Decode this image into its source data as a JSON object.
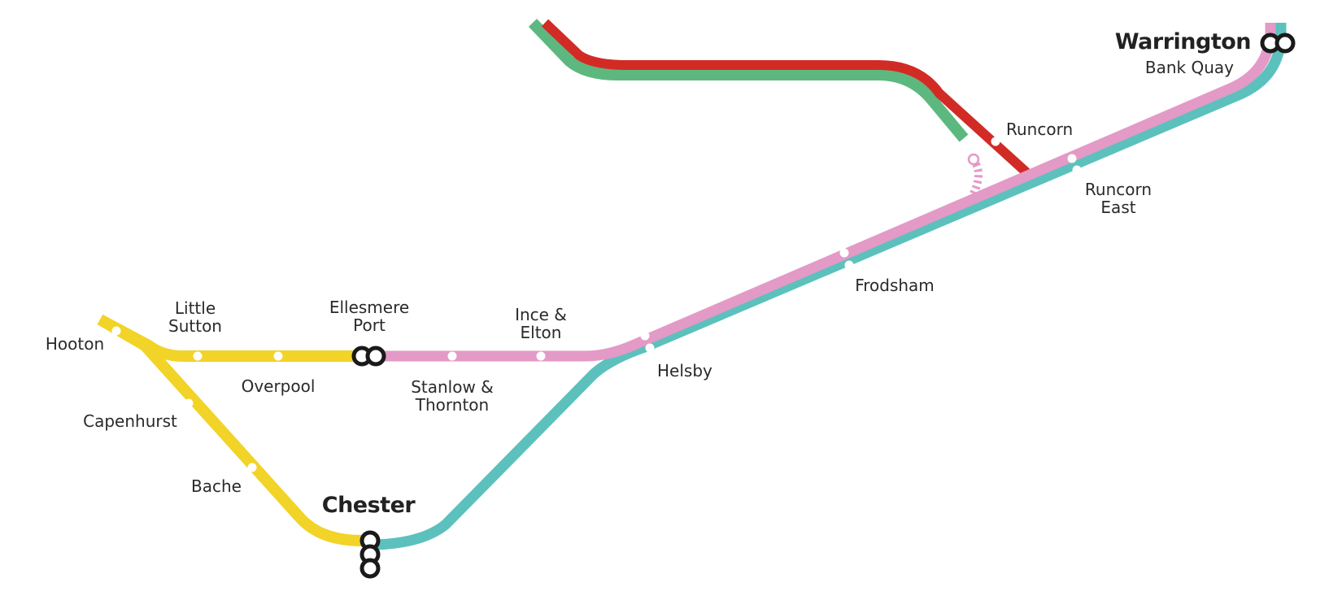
{
  "colors": {
    "red_line": "#d22b26",
    "green_line": "#5db87f",
    "pink_line": "#e39ac6",
    "teal_line": "#5cc1bd",
    "yellow_line": "#f2d327",
    "interchange": "#1a1a1a",
    "stop": "#ffffff",
    "label": "#2a2a2a"
  },
  "stations": {
    "warrington": {
      "name": "Warrington",
      "sub": "Bank Quay"
    },
    "runcorn": {
      "name": "Runcorn"
    },
    "runcorn_east": {
      "line1": "Runcorn",
      "line2": "East"
    },
    "frodsham": {
      "name": "Frodsham"
    },
    "helsby": {
      "name": "Helsby"
    },
    "ince_elton": {
      "line1": "Ince &",
      "line2": "Elton"
    },
    "stanlow_thornton": {
      "line1": "Stanlow &",
      "line2": "Thornton"
    },
    "ellesmere_port": {
      "line1": "Ellesmere",
      "line2": "Port"
    },
    "overpool": {
      "name": "Overpool"
    },
    "little_sutton": {
      "line1": "Little",
      "line2": "Sutton"
    },
    "hooton": {
      "name": "Hooton"
    },
    "capenhurst": {
      "name": "Capenhurst"
    },
    "bache": {
      "name": "Bache"
    },
    "chester": {
      "name": "Chester"
    }
  }
}
